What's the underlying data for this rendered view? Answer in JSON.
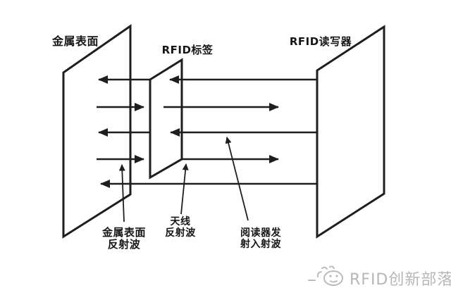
{
  "diagram": {
    "labels": {
      "metal_surface": "金属表面",
      "rfid_tag": "RFID标签",
      "rfid_reader": "RFID读写器"
    },
    "callouts": {
      "metal_reflected_line1": "金属表面",
      "metal_reflected_line2": "反射波",
      "antenna_reflected_line1": "天线",
      "antenna_reflected_line2": "反射波",
      "reader_incident_line1": "阅读器发",
      "reader_incident_line2": "射入射波"
    },
    "colors": {
      "line": "#1e1e1e",
      "background": "#ffffff",
      "watermark": "#b7b7b7"
    }
  },
  "watermark": {
    "icon": "doodle-face-icon",
    "text": "RFID创新部落"
  }
}
